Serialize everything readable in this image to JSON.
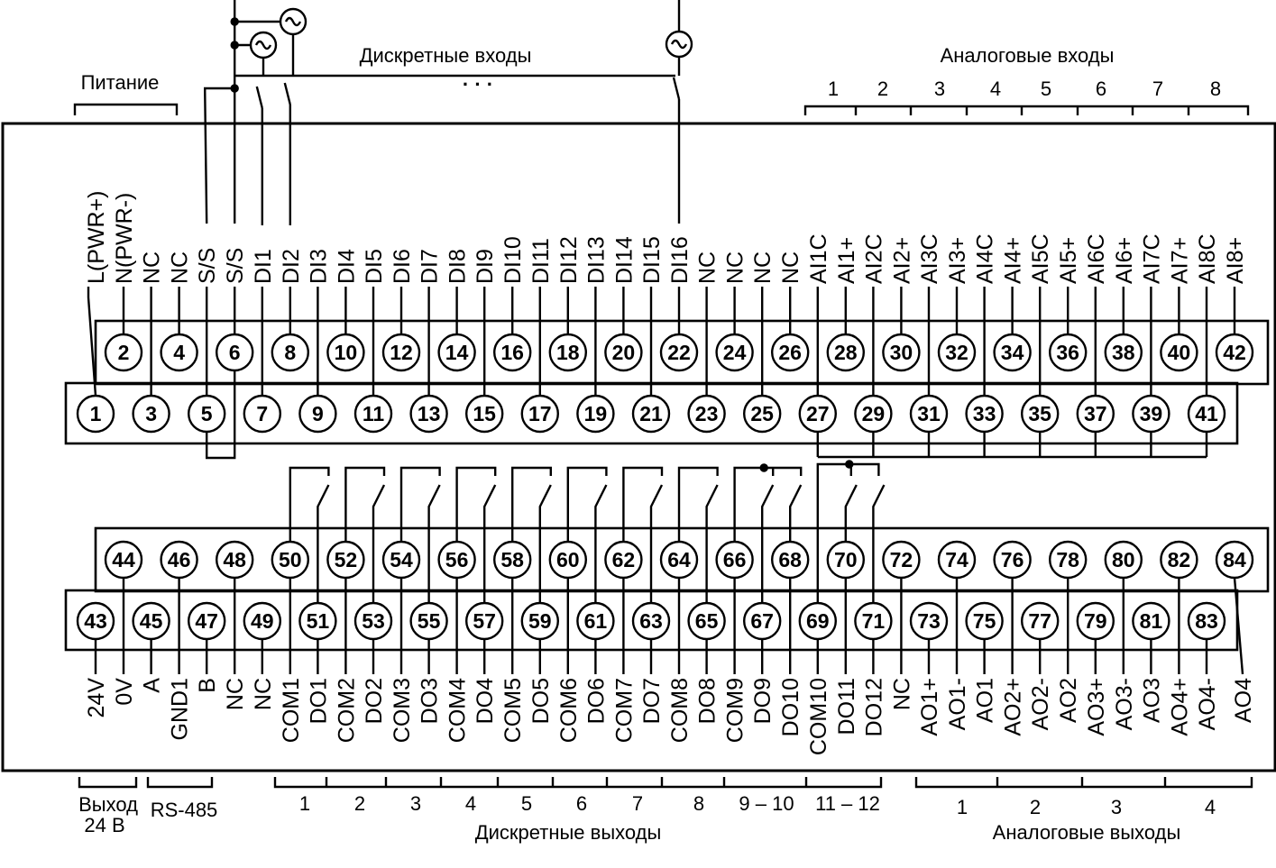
{
  "captions": {
    "power": "Питание",
    "discrete_inputs": "Дискретные входы",
    "analog_inputs": "Аналоговые входы",
    "output_24v_line1": "Выход",
    "output_24v_line2": "24 В",
    "rs485": "RS-485",
    "discrete_outputs": "Дискретные выходы",
    "analog_outputs": "Аналоговые выходы",
    "ellipsis": "· · ·"
  },
  "analog_input_groups": [
    "1",
    "2",
    "3",
    "4",
    "5",
    "6",
    "7",
    "8"
  ],
  "discrete_output_groups": [
    "1",
    "2",
    "3",
    "4",
    "5",
    "6",
    "7",
    "8",
    "9 – 10",
    "11 – 12"
  ],
  "analog_output_groups": [
    "1",
    "2",
    "3",
    "4"
  ],
  "top_even_terminals": [
    "2",
    "4",
    "6",
    "8",
    "10",
    "12",
    "14",
    "16",
    "18",
    "20",
    "22",
    "24",
    "26",
    "28",
    "30",
    "32",
    "34",
    "36",
    "38",
    "40",
    "42"
  ],
  "top_odd_terminals": [
    "1",
    "3",
    "5",
    "7",
    "9",
    "11",
    "13",
    "15",
    "17",
    "19",
    "21",
    "23",
    "25",
    "27",
    "29",
    "31",
    "33",
    "35",
    "37",
    "39",
    "41"
  ],
  "bottom_even_terminals": [
    "44",
    "46",
    "48",
    "50",
    "52",
    "54",
    "56",
    "58",
    "60",
    "62",
    "64",
    "66",
    "68",
    "70",
    "72",
    "74",
    "76",
    "78",
    "80",
    "82",
    "84"
  ],
  "bottom_odd_terminals": [
    "43",
    "45",
    "47",
    "49",
    "51",
    "53",
    "55",
    "57",
    "59",
    "61",
    "63",
    "65",
    "67",
    "69",
    "71",
    "73",
    "75",
    "77",
    "79",
    "81",
    "83"
  ],
  "top_labels": [
    "L(PWR+)",
    "N(PWR-)",
    "NC",
    "NC",
    "S/S",
    "S/S",
    "DI1",
    "DI2",
    "DI3",
    "DI4",
    "DI5",
    "DI6",
    "DI7",
    "DI8",
    "DI9",
    "DI10",
    "DI11",
    "DI12",
    "DI13",
    "DI14",
    "DI15",
    "DI16",
    "NC",
    "NC",
    "NC",
    "NC",
    "AI1C",
    "AI1+",
    "AI2C",
    "AI2+",
    "AI3C",
    "AI3+",
    "AI4C",
    "AI4+",
    "AI5C",
    "AI5+",
    "AI6C",
    "AI6+",
    "AI7C",
    "AI7+",
    "AI8C",
    "AI8+"
  ],
  "bottom_labels": [
    "24V",
    "0V",
    "A",
    "GND1",
    "B",
    "NC",
    "NC",
    "COM1",
    "DO1",
    "COM2",
    "DO2",
    "COM3",
    "DO3",
    "COM4",
    "DO4",
    "COM5",
    "DO5",
    "COM6",
    "DO6",
    "COM7",
    "DO7",
    "COM8",
    "DO8",
    "COM9",
    "DO9",
    "DO10",
    "COM10",
    "DO11",
    "DO12",
    "NC",
    "AO1+",
    "AO1-",
    "AO1",
    "AO2+",
    "AO2-",
    "AO2",
    "AO3+",
    "AO3-",
    "AO3",
    "AO4+",
    "AO4-",
    "AO4"
  ]
}
